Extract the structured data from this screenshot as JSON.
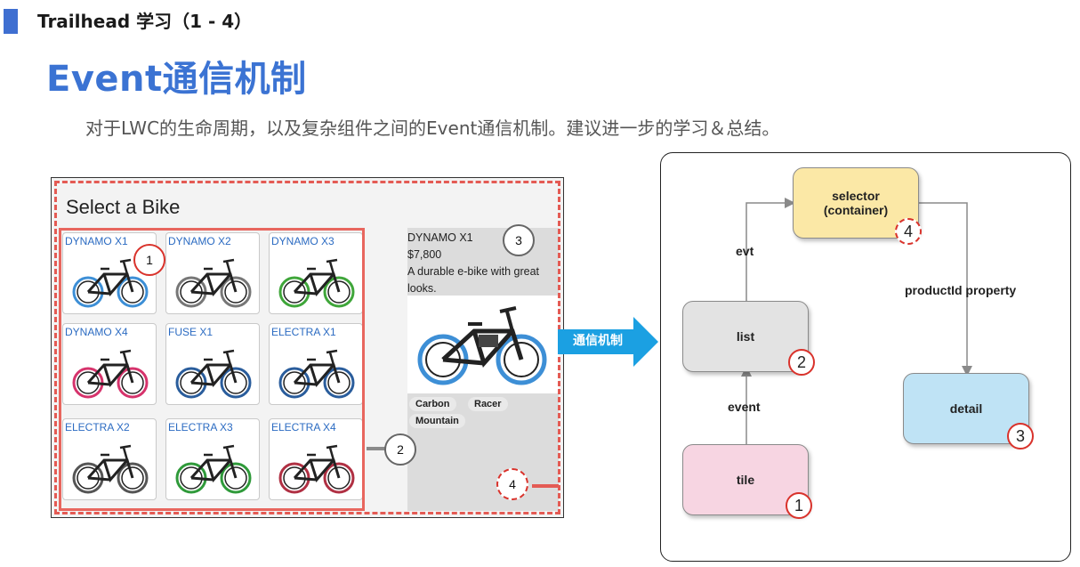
{
  "header": {
    "text": "Trailhead 学习（1 - 4）"
  },
  "title": "Event通信机制",
  "subtitle": "对于LWC的生命周期，以及复杂组件之间的Event通信机制。建议进一步的学习＆总结。",
  "screenshot": {
    "heading": "Select a Bike",
    "tiles": [
      {
        "name": "DYNAMO X1",
        "accent": "#3d8fd6"
      },
      {
        "name": "DYNAMO X2",
        "accent": "#777777"
      },
      {
        "name": "DYNAMO X3",
        "accent": "#3fa63a"
      },
      {
        "name": "DYNAMO X4",
        "accent": "#d6336c"
      },
      {
        "name": "FUSE X1",
        "accent": "#2a5d9c"
      },
      {
        "name": "ELECTRA X1",
        "accent": "#2a5d9c"
      },
      {
        "name": "ELECTRA X2",
        "accent": "#555555"
      },
      {
        "name": "ELECTRA X3",
        "accent": "#2f9a3a"
      },
      {
        "name": "ELECTRA X4",
        "accent": "#b03043"
      }
    ],
    "detail": {
      "name": "DYNAMO X1",
      "price": "$7,800",
      "description": "A durable e-bike with great looks.",
      "tags": [
        "Carbon",
        "Racer",
        "Mountain"
      ]
    },
    "markers": {
      "tile": "1",
      "list": "2",
      "detail": "3",
      "selector": "4"
    }
  },
  "arrow_label": "通信机制",
  "diagram": {
    "nodes": {
      "selector": {
        "label_line1": "selector",
        "label_line2": "(container)",
        "badge": "4",
        "color": "#fbe8a6"
      },
      "list": {
        "label": "list",
        "badge": "2",
        "color": "#e3e3e3"
      },
      "tile": {
        "label": "tile",
        "badge": "1",
        "color": "#f7d5e2"
      },
      "detail": {
        "label": "detail",
        "badge": "3",
        "color": "#bfe3f5"
      }
    },
    "edges": {
      "evt": "evt",
      "event": "event",
      "property": "productId property"
    }
  }
}
